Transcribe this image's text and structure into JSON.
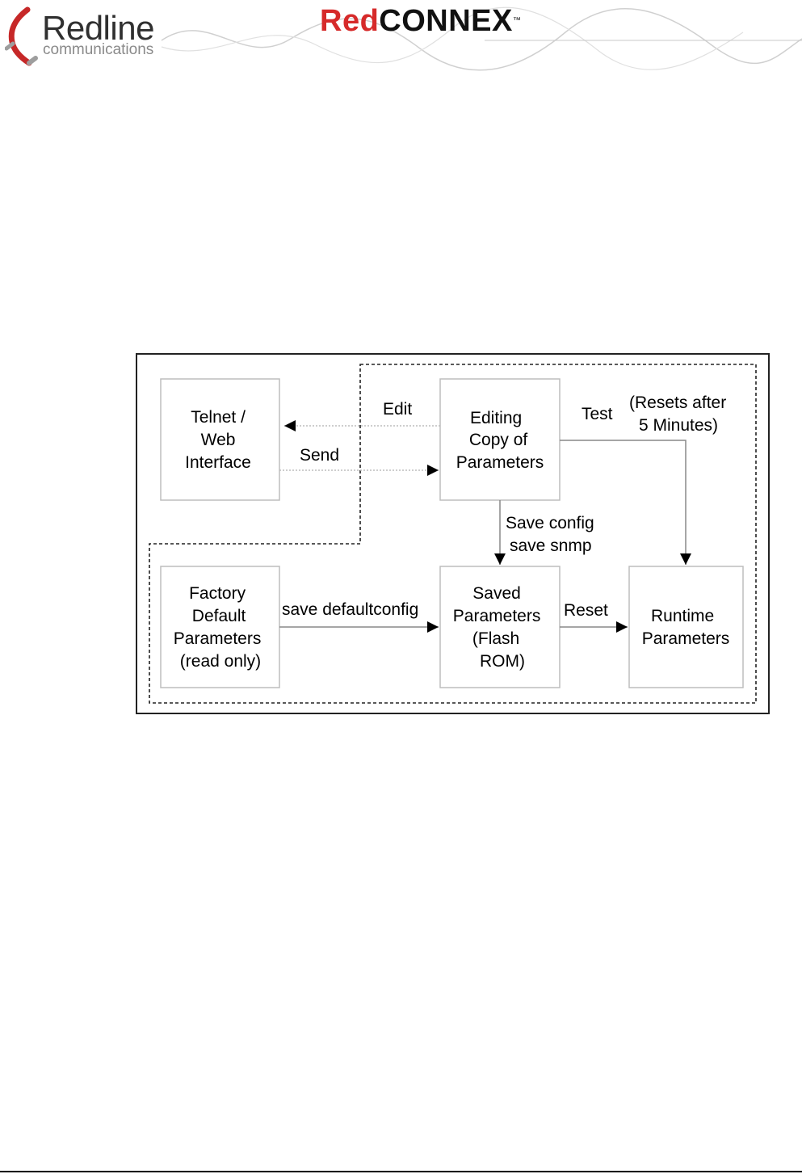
{
  "header": {
    "brand_name": "Redline",
    "brand_sub": "communications",
    "product_red": "Red",
    "product_black": "CONNEX",
    "product_tm": "™"
  },
  "diagram": {
    "nodes": {
      "telnet": [
        "Telnet /",
        "Web",
        "Interface"
      ],
      "editing": [
        "Editing",
        "Copy of",
        "Parameters"
      ],
      "factory": [
        "Factory",
        "Default",
        "Parameters",
        "(read only)"
      ],
      "saved": [
        "Saved",
        "Parameters",
        "(Flash",
        "ROM)"
      ],
      "runtime": [
        "Runtime",
        "Parameters"
      ]
    },
    "edges": {
      "edit": "Edit",
      "send": "Send",
      "test": "Test",
      "test_note": [
        "(Resets after",
        "5 Minutes)"
      ],
      "save_config": [
        "Save config",
        "save snmp"
      ],
      "save_defaultconfig": "save defaultconfig",
      "reset": "Reset"
    }
  },
  "colors": {
    "brand_red": "#d62a2a",
    "box_border": "#bdbdbd",
    "frame": "#222222"
  }
}
